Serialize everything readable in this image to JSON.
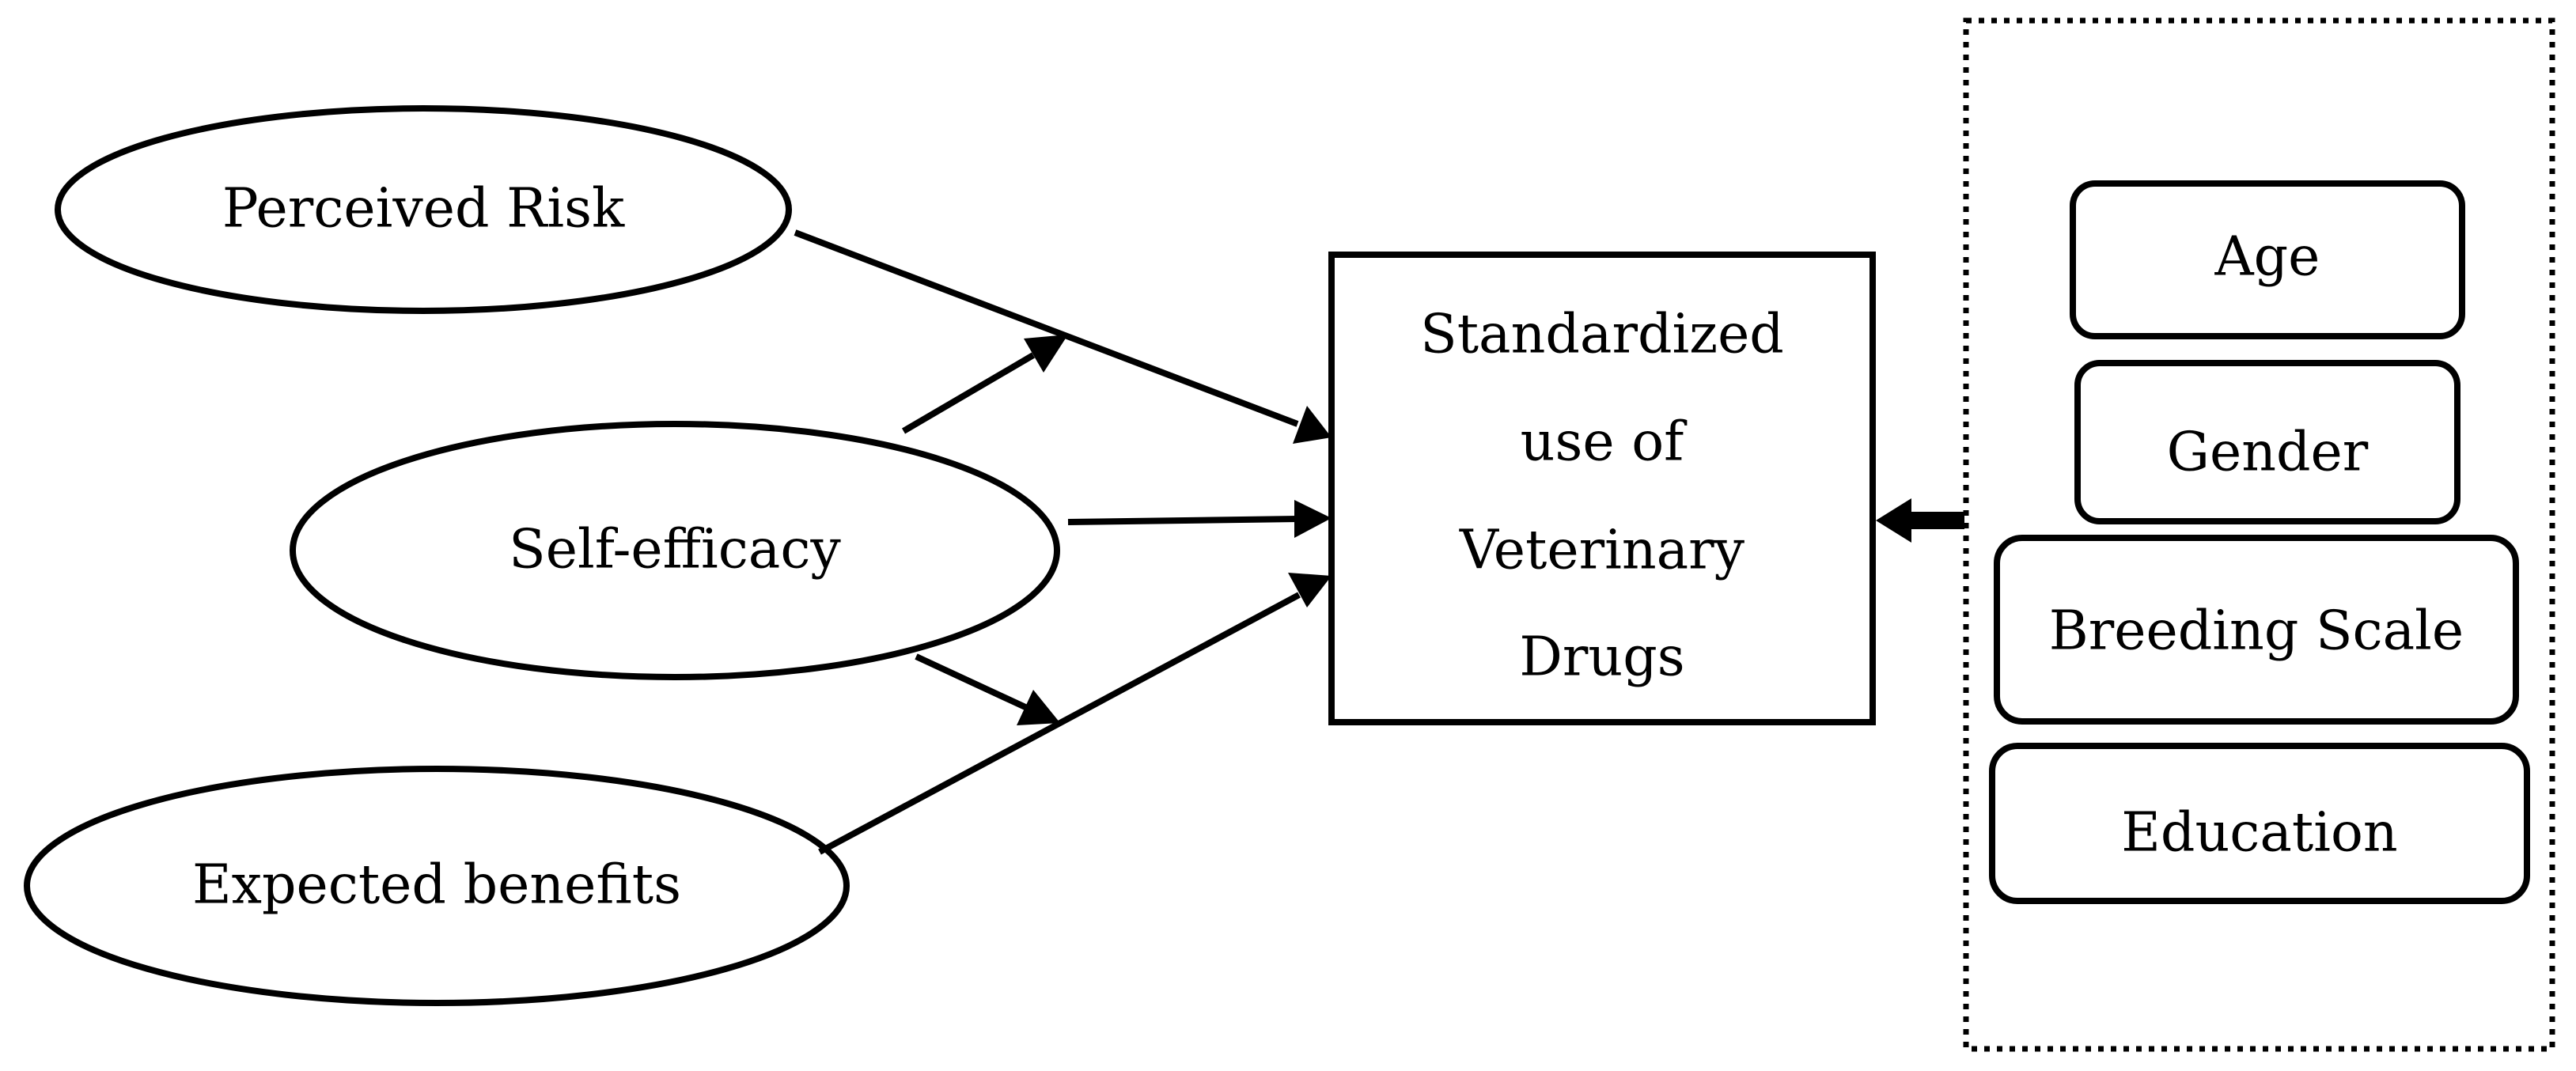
{
  "colors": {
    "stroke": "#000000",
    "background": "#ffffff"
  },
  "independent_variables": [
    {
      "label": "Perceived Risk"
    },
    {
      "label": "Self-efficacy"
    },
    {
      "label": "Expected benefits"
    }
  ],
  "dependent_variable": {
    "lines": [
      "Standardized",
      "use of",
      "Veterinary",
      "Drugs"
    ]
  },
  "control_variables": [
    {
      "label": "Age"
    },
    {
      "label": "Gender"
    },
    {
      "label": "Breeding Scale"
    },
    {
      "label": "Education"
    }
  ]
}
